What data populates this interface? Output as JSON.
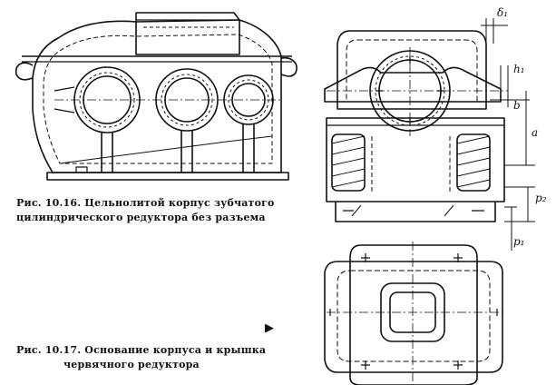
{
  "figures": [
    {
      "id": "fig-10-16",
      "caption": [
        "Рис. 10.16. Цельнолитой корпус зубчатого",
        "цилиндрического редуктора без разъема"
      ]
    },
    {
      "id": "fig-10-17",
      "caption": [
        "Рис. 10.17. Основание корпуса и крышка",
        "червячного редуктора"
      ]
    }
  ],
  "dimension_labels": {
    "d1": "δ₁",
    "h1": "h₁",
    "b": "b",
    "a": "a",
    "p2": "p₂",
    "p1": "p₁"
  },
  "page_marker": "▶"
}
